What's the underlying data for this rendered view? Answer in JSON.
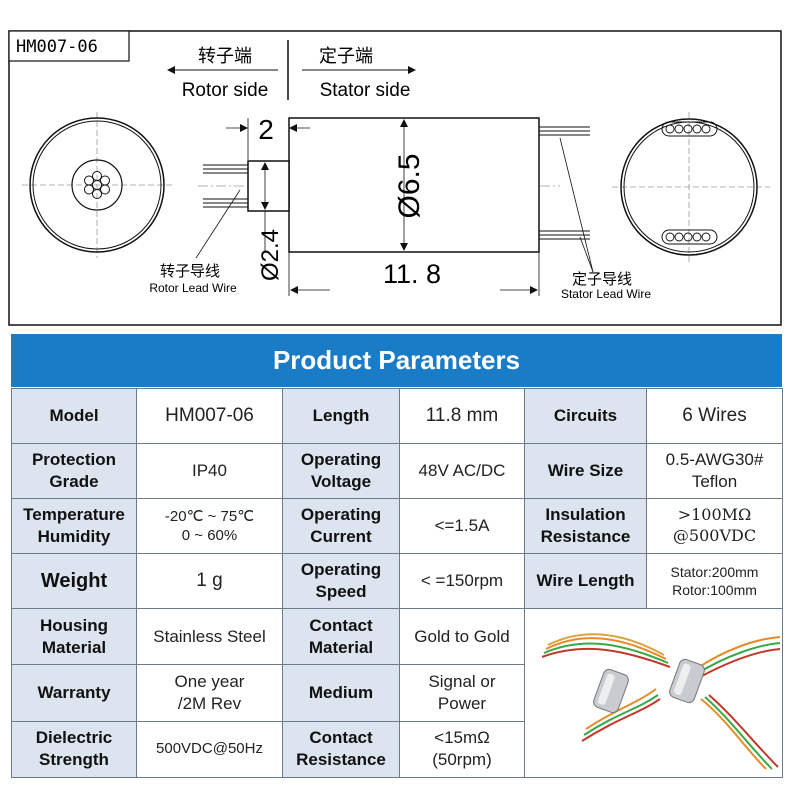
{
  "drawing": {
    "model_tag": "HM007-06",
    "rotor_side_cn": "转子端",
    "rotor_side_en": "Rotor side",
    "stator_side_cn": "定子端",
    "stator_side_en": "Stator side",
    "dim_rotor_offset": "2",
    "dim_body_diameter": "Ø6.5",
    "dim_rotor_diameter": "Ø2.4",
    "dim_length": "11. 8",
    "rotor_lead_cn": "转子导线",
    "rotor_lead_en": "Rotor Lead Wire",
    "stator_lead_cn": "定子导线",
    "stator_lead_en": "Stator Lead Wire"
  },
  "banner_title": "Product Parameters",
  "table": {
    "r1": {
      "a": [
        "Model"
      ],
      "b": [
        "HM007-06"
      ],
      "c": [
        "Length"
      ],
      "d": [
        "11.8 mm"
      ],
      "e": [
        "Circuits"
      ],
      "f": [
        "6 Wires"
      ]
    },
    "r2": {
      "a": [
        "Protection",
        "Grade"
      ],
      "b": [
        "IP40"
      ],
      "c": [
        "Operating",
        "Voltage"
      ],
      "d": [
        "48V AC/DC"
      ],
      "e": [
        "Wire Size"
      ],
      "f": [
        "0.5-AWG30#",
        "Teflon"
      ]
    },
    "r3": {
      "a": [
        "Temperature",
        "Humidity"
      ],
      "b": [
        "-20℃ ~ 75℃",
        "0 ~ 60%"
      ],
      "c": [
        "Operating",
        "Current"
      ],
      "d": [
        "<=1.5A"
      ],
      "e": [
        "Insulation",
        "Resistance"
      ],
      "f": [
        ">100MΩ",
        "@500VDC"
      ]
    },
    "r4": {
      "a": [
        "Weight"
      ],
      "b": [
        "1 g"
      ],
      "c": [
        "Operating",
        "Speed"
      ],
      "d": [
        "< =150rpm"
      ],
      "e": [
        "Wire Length"
      ],
      "f": [
        "Stator:200mm",
        "Rotor:100mm"
      ]
    },
    "r5": {
      "a": [
        "Housing",
        "Material"
      ],
      "b": [
        "Stainless Steel"
      ],
      "c": [
        "Contact",
        "Material"
      ],
      "d": [
        "Gold to Gold"
      ]
    },
    "r6": {
      "a": [
        "Warranty"
      ],
      "b": [
        "One year",
        "/2M Rev"
      ],
      "c": [
        "Medium"
      ],
      "d": [
        "Signal or",
        "Power"
      ]
    },
    "r7": {
      "a": [
        "Dielectric",
        "Strength"
      ],
      "b": [
        "500VDC@50Hz"
      ],
      "c": [
        "Contact",
        "Resistance"
      ],
      "d": [
        "<15mΩ",
        "(50rpm)"
      ]
    }
  },
  "colors": {
    "banner": "#1a7cc7",
    "label_bg": "#dbe4ef",
    "wire_orange": "#e88a2a",
    "wire_green": "#3aa84a",
    "wire_red": "#c0392b"
  },
  "icons": {
    "product_photo": "slip-ring-photo"
  }
}
